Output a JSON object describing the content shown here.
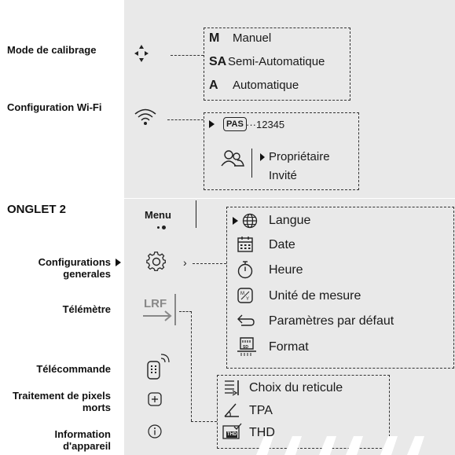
{
  "left_labels": {
    "calibration_mode": "Mode de calibrage",
    "wifi_config": "Configuration Wi-Fi",
    "tab2": "ONGLET 2",
    "general_configs": "Configurations generales",
    "rangefinder": "Télémètre",
    "remote": "Télécommande",
    "dead_pixel": "Traitement de pixels morts",
    "device_info": "Information d'appareil"
  },
  "calibration_options": [
    {
      "code": "M",
      "label": "Manuel"
    },
    {
      "code": "SA",
      "label": "Semi-Automatique"
    },
    {
      "code": "A",
      "label": "Automatique"
    }
  ],
  "wifi": {
    "pass_badge": "PAS",
    "password_value": "···12345",
    "owner": "Propriétaire",
    "guest": "Invité"
  },
  "menu": {
    "label": "Menu"
  },
  "lrf": {
    "label": "LRF"
  },
  "general_settings": [
    {
      "icon": "globe-icon",
      "label": "Langue"
    },
    {
      "icon": "calendar-icon",
      "label": "Date"
    },
    {
      "icon": "stopwatch-icon",
      "label": "Heure"
    },
    {
      "icon": "units-icon",
      "label": "Unité de mesure"
    },
    {
      "icon": "undo-icon",
      "label": "Paramètres par défaut"
    },
    {
      "icon": "sd-card-icon",
      "label": "Format"
    }
  ],
  "rangefinder_options": [
    {
      "icon": "reticle-list-icon",
      "label": "Choix du reticule"
    },
    {
      "icon": "angle-icon",
      "label": "TPA"
    },
    {
      "icon": "thd-icon",
      "label": "THD",
      "badge": "THD"
    }
  ],
  "colors": {
    "panel_bg": "#e9e9e9",
    "text": "#1a1a1a",
    "dash": "#333333"
  }
}
